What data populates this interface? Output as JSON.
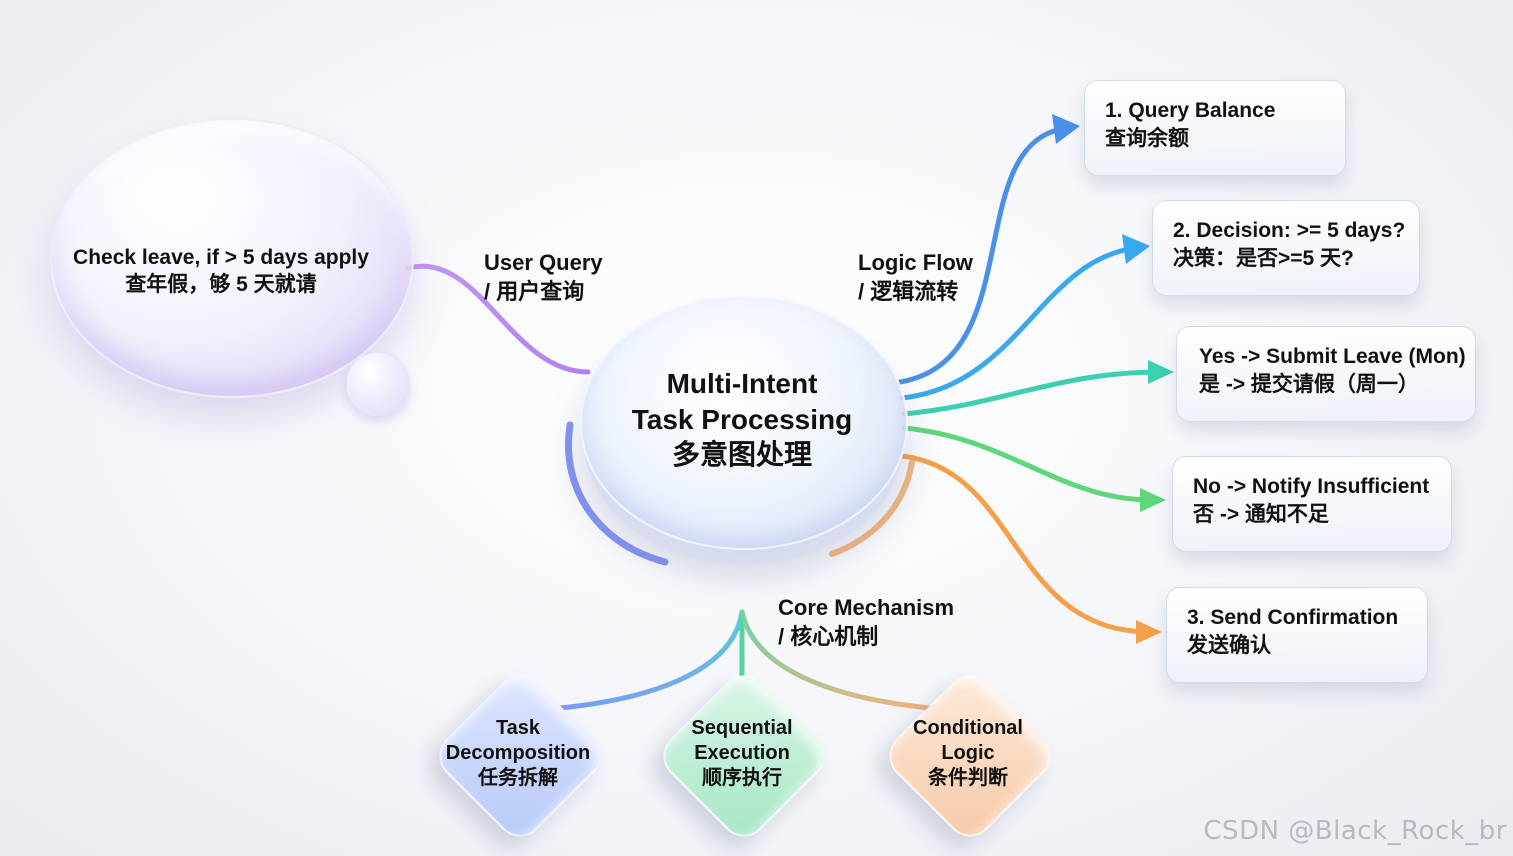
{
  "input_bubble": {
    "line1": "Check leave, if > 5 days apply",
    "line2": "查年假，够 5 天就请"
  },
  "center_node": {
    "line1": "Multi-Intent",
    "line2": "Task Processing",
    "line3": "多意图处理"
  },
  "edge_labels": {
    "user_query": {
      "en": "User Query",
      "zh": "/ 用户查询"
    },
    "logic_flow": {
      "en": "Logic Flow",
      "zh": "/ 逻辑流转"
    },
    "core_mechanism": {
      "en": "Core Mechanism",
      "zh": "/ 核心机制"
    }
  },
  "flow_steps": [
    {
      "en": "1. Query Balance",
      "zh": "查询余额",
      "color": "#4a90e8"
    },
    {
      "en": "2. Decision: >= 5 days?",
      "zh": "决策：是否>=5 天?",
      "color": "#3aa8ee"
    },
    {
      "en": "Yes -> Submit Leave (Mon)",
      "zh": "是 -> 提交请假（周一）",
      "color": "#3cd0b0"
    },
    {
      "en": "No -> Notify Insufficient",
      "zh": "否 -> 通知不足",
      "color": "#5ed67a"
    },
    {
      "en": "3. Send Confirmation",
      "zh": "发送确认",
      "color": "#f4a04a"
    }
  ],
  "mechanisms": [
    {
      "line1": "Task",
      "line2": "Decomposition",
      "line3": "任务拆解",
      "color": "#7b9af2"
    },
    {
      "line1": "Sequential",
      "line2": "Execution",
      "line3": "顺序执行",
      "color": "#56d49c"
    },
    {
      "line1": "Conditional",
      "line2": "Logic",
      "line3": "条件判断",
      "color": "#f0ac78"
    }
  ],
  "watermark": "CSDN @Black_Rock_br"
}
